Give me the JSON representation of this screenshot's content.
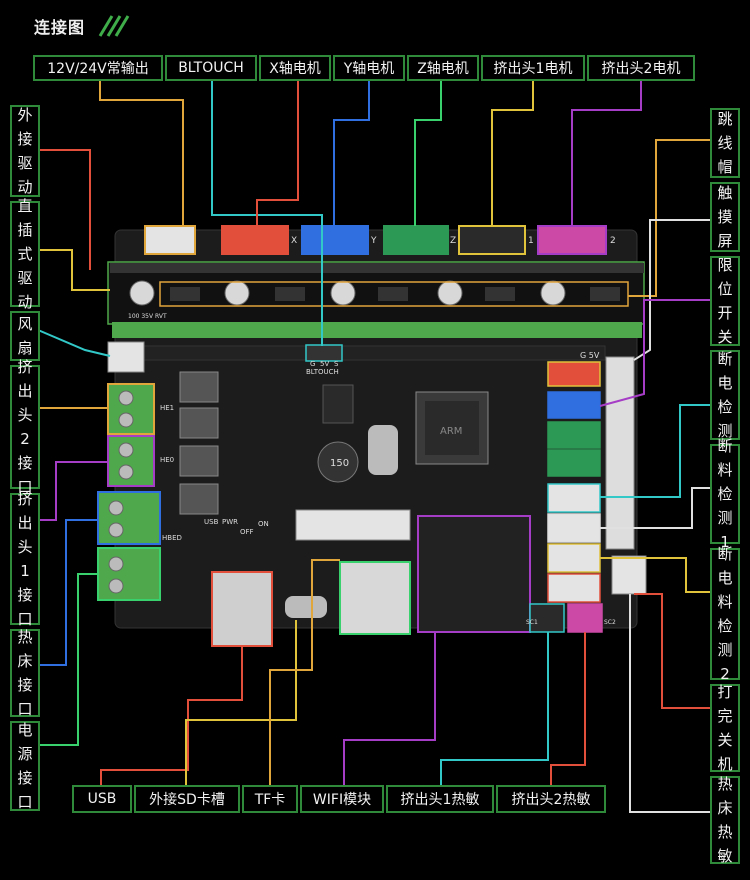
{
  "title": "连接图",
  "top_labels": [
    "12V/24V常输出",
    "BLTOUCH",
    "X轴电机",
    "Y轴电机",
    "Z轴电机",
    "挤出头1电机",
    "挤出头2电机"
  ],
  "bottom_labels": [
    "USB",
    "外接SD卡槽",
    "TF卡",
    "WIFI模块",
    "挤出头1热敏",
    "挤出头2热敏"
  ],
  "left_labels": [
    "外接驱动",
    "直插式驱动",
    "风扇",
    "挤出头2接口",
    "挤出头1接口",
    "热床接口",
    "电源接口"
  ],
  "right_labels": [
    "跳线帽",
    "触摸屏",
    "限位开关",
    "断电检测",
    "断料检测1",
    "断电料检测2",
    "打完关机",
    "热床热敏"
  ],
  "board": {
    "axis_marks": [
      "X",
      "Y",
      "Z",
      "1",
      "2"
    ],
    "silk": [
      "BLTOUCH",
      "G",
      "5V",
      "S",
      "G 5V",
      "HE1",
      "HE0",
      "HBED",
      "PWR",
      "OFF",
      "ON",
      "USB",
      "150",
      "ARM",
      "100 35V RVT",
      "SC1",
      "SC2"
    ]
  },
  "colors": {
    "label_border": "#2f8a3a",
    "board": "#1c1c1c",
    "terminal_green": "#4fa84b",
    "connector_white": "#e4e4e4",
    "connector_red": "#e2503c",
    "connector_blue": "#2f6fe0",
    "connector_green": "#2c9a55",
    "connector_black": "#2a2a2a",
    "connector_pink": "#cc4aa6"
  }
}
